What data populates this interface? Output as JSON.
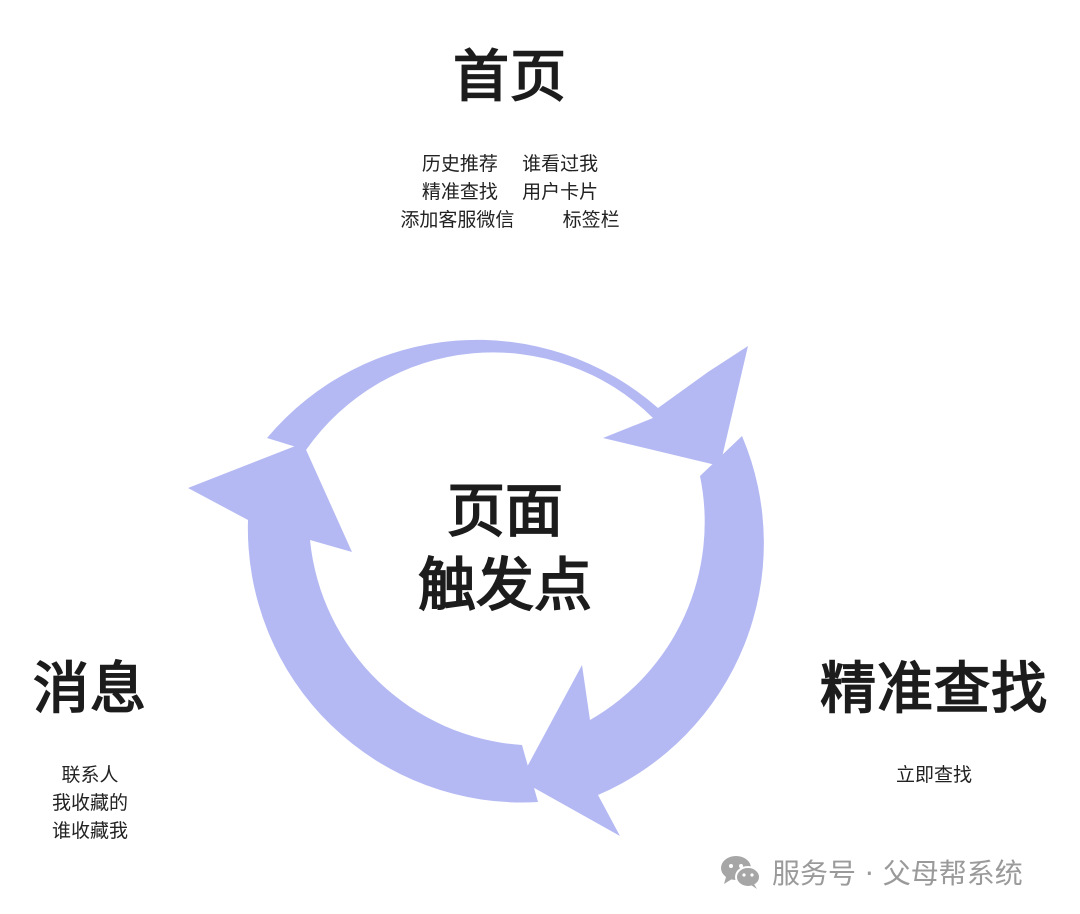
{
  "center": {
    "line1": "页面",
    "line2": "触发点"
  },
  "nodes": {
    "home": {
      "title": "首页",
      "rows": [
        "历史推荐    谁看过我",
        "精准查找    用户卡片",
        "添加客服微信        标签栏"
      ]
    },
    "message": {
      "title": "消息",
      "rows": [
        "联系人",
        "我收藏的",
        "谁收藏我"
      ]
    },
    "search": {
      "title": "精准查找",
      "rows": [
        "立即查找"
      ]
    }
  },
  "cycle": {
    "arrow_count": 3,
    "color": "#b4b9f3"
  },
  "watermark": {
    "icon": "wechat-icon",
    "text": "服务号 · 父母帮系统"
  }
}
